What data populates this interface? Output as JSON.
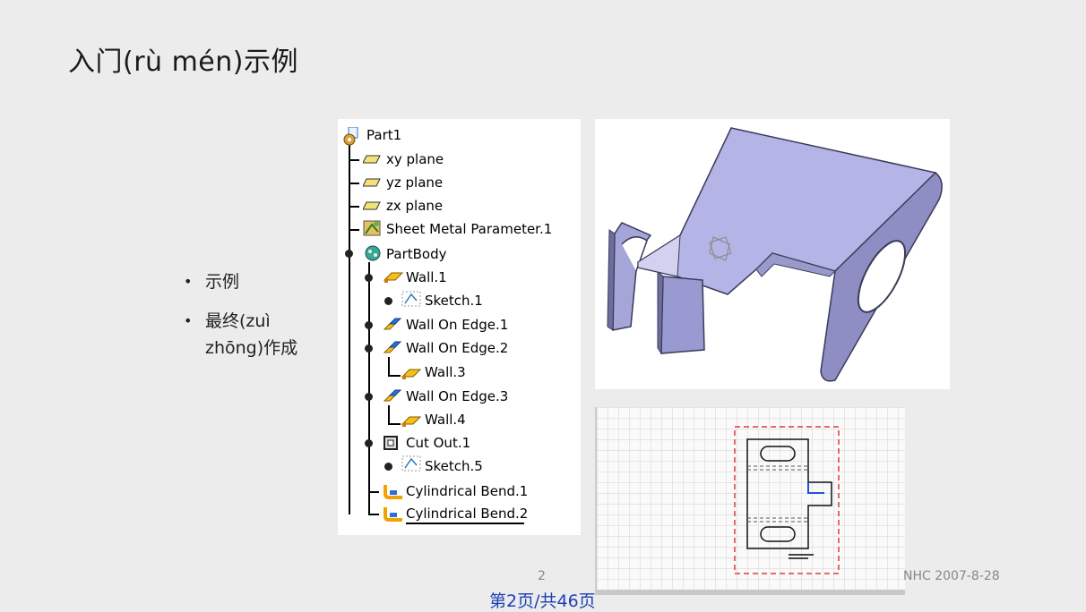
{
  "slide": {
    "title": "入门(rù mén)示例",
    "bullets": [
      "示例",
      "最终(zuì zhōng)作成"
    ],
    "page_number": "2",
    "footer_text": "NHC 2007-8-28",
    "page_info": "第2页/共46页"
  },
  "tree": {
    "items": [
      {
        "label": "Part1",
        "icon": "part-icon"
      },
      {
        "label": "xy plane",
        "icon": "plane-icon"
      },
      {
        "label": "yz plane",
        "icon": "plane-icon"
      },
      {
        "label": "zx plane",
        "icon": "plane-icon"
      },
      {
        "label": "Sheet Metal Parameter.1",
        "icon": "sheet-metal-parameter-icon"
      },
      {
        "label": "PartBody",
        "icon": "partbody-icon"
      },
      {
        "label": "Wall.1",
        "icon": "wall-icon"
      },
      {
        "label": "Sketch.1",
        "icon": "sketch-icon"
      },
      {
        "label": "Wall On Edge.1",
        "icon": "wall-on-edge-icon"
      },
      {
        "label": "Wall On Edge.2",
        "icon": "wall-on-edge-icon"
      },
      {
        "label": "Wall.3",
        "icon": "wall-icon"
      },
      {
        "label": "Wall On Edge.3",
        "icon": "wall-on-edge-icon"
      },
      {
        "label": "Wall.4",
        "icon": "wall-icon"
      },
      {
        "label": "Cut Out.1",
        "icon": "cut-out-icon"
      },
      {
        "label": "Sketch.5",
        "icon": "sketch-icon"
      },
      {
        "label": "Cylindrical Bend.1",
        "icon": "cylindrical-bend-icon"
      },
      {
        "label": "Cylindrical Bend.2",
        "icon": "cylindrical-bend-icon"
      }
    ]
  },
  "colors": {
    "background": "#ececec",
    "sheet_metal_face": "#b4b4e6",
    "page_info_text": "#1f3fb5"
  }
}
